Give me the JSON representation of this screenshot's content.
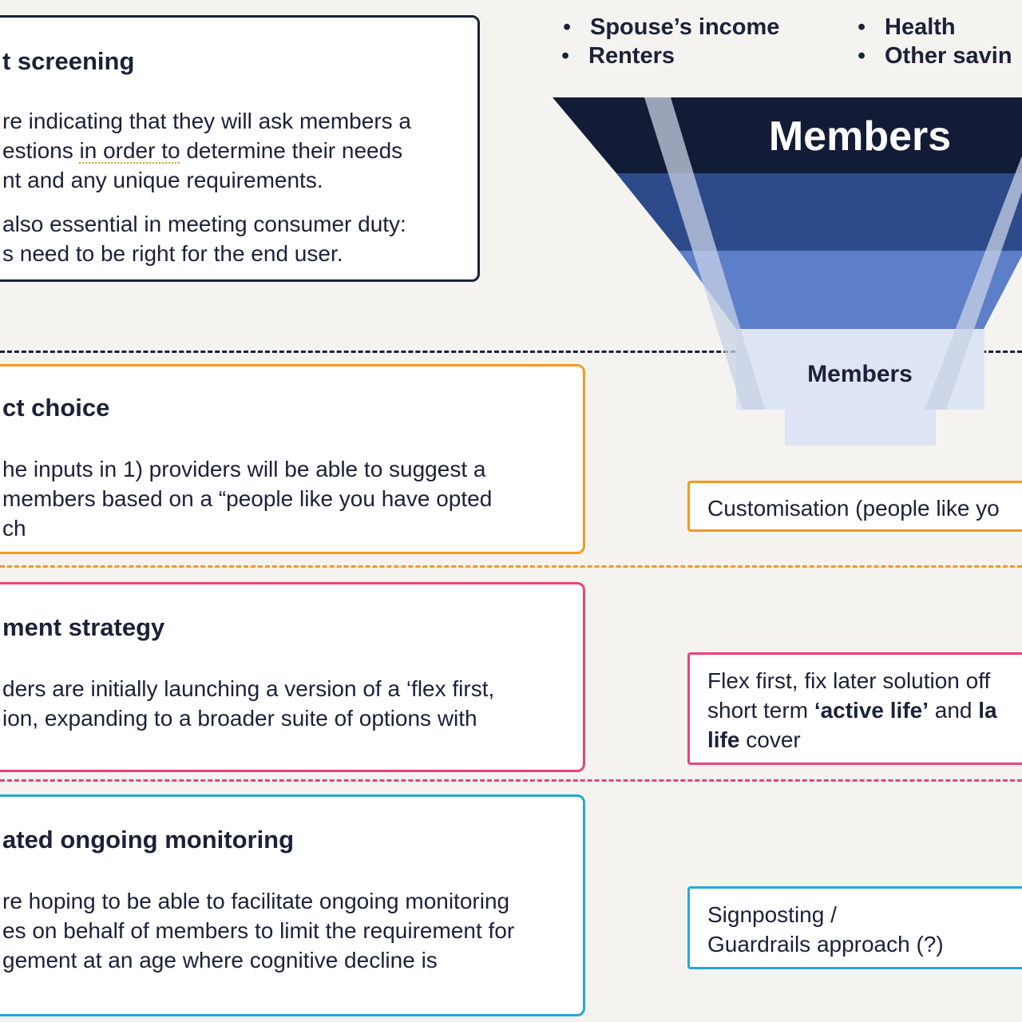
{
  "boxes": {
    "screening": {
      "title": "t screening",
      "lines": [
        "re indicating that they will ask members a",
        "estions",
        "in order to",
        "determine their needs",
        "nt and any unique requirements.",
        " also essential in meeting consumer duty:",
        "s need to be right for the end user."
      ]
    },
    "choice": {
      "title": "ct choice",
      "lines": [
        "he inputs in 1) providers will be able to suggest a",
        "members based on a “people like you have opted",
        "ch"
      ]
    },
    "strategy": {
      "title": "ment strategy",
      "lines": [
        "ders are initially launching a version of a ‘flex first,",
        "ion, expanding to a broader suite of options with"
      ]
    },
    "monitoring": {
      "title": "ated ongoing monitoring",
      "lines": [
        "re hoping to be able to facilitate ongoing monitoring",
        "es on behalf of members to limit the requirement for",
        "gement at an age where cognitive decline is"
      ]
    }
  },
  "bullets": [
    "Spouse’s income",
    "Renters",
    "Health",
    "Other savin"
  ],
  "funnel": {
    "top_label": "Members",
    "bottom_label": "Members",
    "colors": [
      "#131c36",
      "#2d4a8a",
      "#5d7fc9",
      "#dde4f3"
    ]
  },
  "tags": {
    "customisation": "Customisation (people like yo",
    "flex": {
      "line1": "Flex first, fix later solution off",
      "line2_pre": "short term ",
      "line2_b1": "‘active life’",
      "line2_mid": " and ",
      "line2_b2": "la",
      "line3_b": "life",
      "line3_post": " cover"
    },
    "signposting": {
      "line1": "Signposting /",
      "line2": "Guardrails approach (?)"
    }
  },
  "colors": {
    "navy": "#1b2138",
    "orange": "#f29a1f",
    "pink": "#e8437a",
    "teal": "#27a7d6"
  }
}
